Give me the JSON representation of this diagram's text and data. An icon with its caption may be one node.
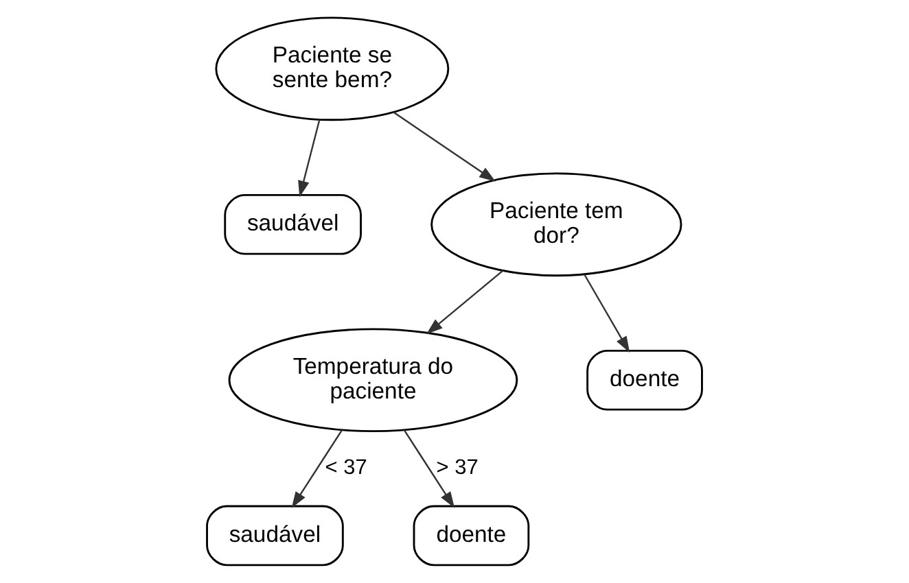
{
  "diagram": {
    "nodes": [
      {
        "text": [
          "Paciente se sente bem?"
        ]
      },
      {
        "text": [
          "saudável"
        ]
      },
      {
        "text": [
          "Paciente tem dor?"
        ]
      },
      {
        "text": [
          "Temperatura do paciente"
        ]
      },
      {
        "text": [
          "doente"
        ]
      },
      {
        "text": [
          "saudável"
        ]
      },
      {
        "text": [
          "doente"
        ]
      }
    ],
    "edges": [
      {
        "from": 0,
        "to": 1,
        "arrow": "to"
      },
      {
        "from": 0,
        "to": 2,
        "arrow": "to"
      },
      {
        "from": 2,
        "to": 3,
        "arrow": "to"
      },
      {
        "from": 2,
        "to": 4,
        "arrow": "to"
      },
      {
        "from": 3,
        "to": 5,
        "arrow": "to",
        "label": "< 37"
      },
      {
        "from": 3,
        "to": 6,
        "arrow": "to",
        "label": "> 37"
      }
    ]
  }
}
